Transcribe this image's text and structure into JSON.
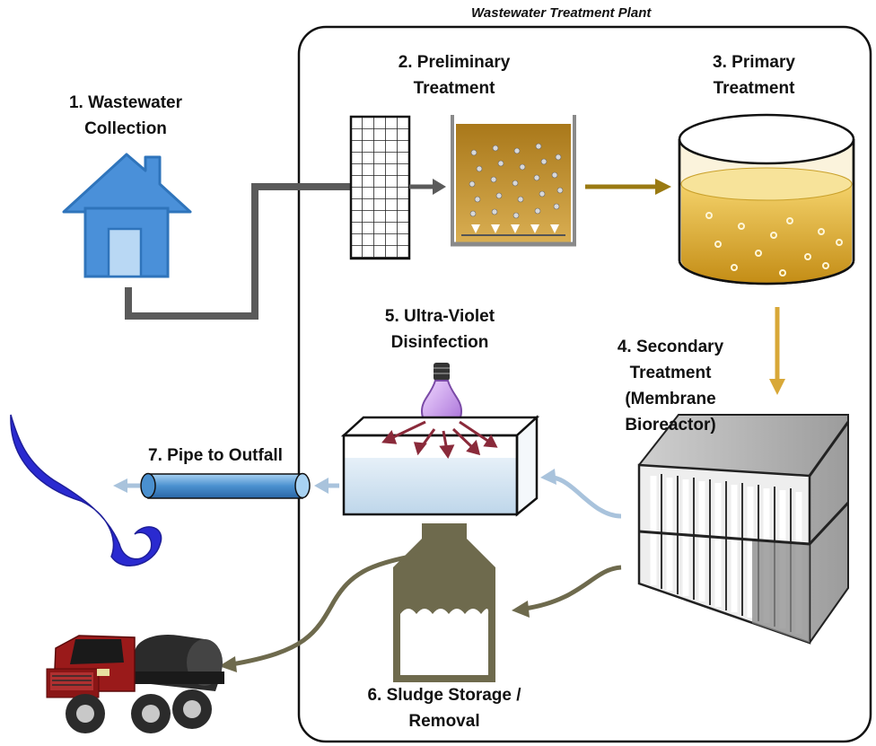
{
  "plant_title": "Wastewater Treatment Plant",
  "steps": {
    "collection": {
      "line1": "1.  Wastewater",
      "line2": "Collection"
    },
    "preliminary": {
      "line1": "2. Preliminary",
      "line2": "Treatment"
    },
    "primary": {
      "line1": "3. Primary",
      "line2": "Treatment"
    },
    "secondary": {
      "line1": "4. Secondary",
      "line2": "Treatment",
      "line3": "(Membrane",
      "line4": "Bioreactor)"
    },
    "uv": {
      "line1": "5. Ultra-Violet",
      "line2": "Disinfection"
    },
    "sludge": {
      "line1": "6. Sludge Storage /",
      "line2": "Removal"
    },
    "outfall": {
      "line1": "7. Pipe to Outfall"
    }
  },
  "icons": [
    "house-icon",
    "bar-screen-icon",
    "grit-chamber-icon",
    "primary-tank-icon",
    "membrane-bioreactor-icon",
    "uv-lamp-icon",
    "uv-channel-icon",
    "outfall-pipe-icon",
    "sludge-tank-icon",
    "tanker-truck-icon",
    "receiving-water-icon"
  ],
  "colors": {
    "raw_flow": "#5a5a5a",
    "primary_flow": "#9a7a12",
    "secondary_flow": "#d8a838",
    "treated_flow": "#a9c3dc",
    "sludge_flow": "#6e6a4d",
    "house": "#4a90d9",
    "receiving_water": "#2a2ad0",
    "truck": "#9a1a1a"
  }
}
